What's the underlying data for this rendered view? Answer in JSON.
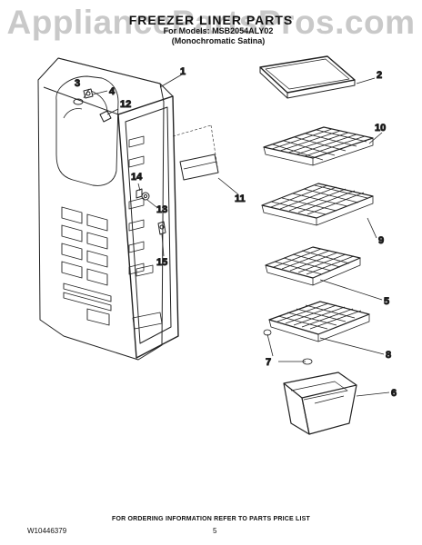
{
  "watermark": "AppliancePartsPros.com",
  "header": {
    "title": "FREEZER LINER PARTS",
    "model_line": "For Models: MSB2054ALY02",
    "variant_line": "(Monochromatic Satina)"
  },
  "callouts": [
    "1",
    "2",
    "3",
    "4",
    "5",
    "6",
    "7",
    "8",
    "9",
    "10",
    "11",
    "12",
    "13",
    "14",
    "15"
  ],
  "footer": {
    "ordering_note": "FOR ORDERING INFORMATION REFER TO PARTS PRICE LIST",
    "doc_number": "W10446379",
    "page_number": "5"
  }
}
